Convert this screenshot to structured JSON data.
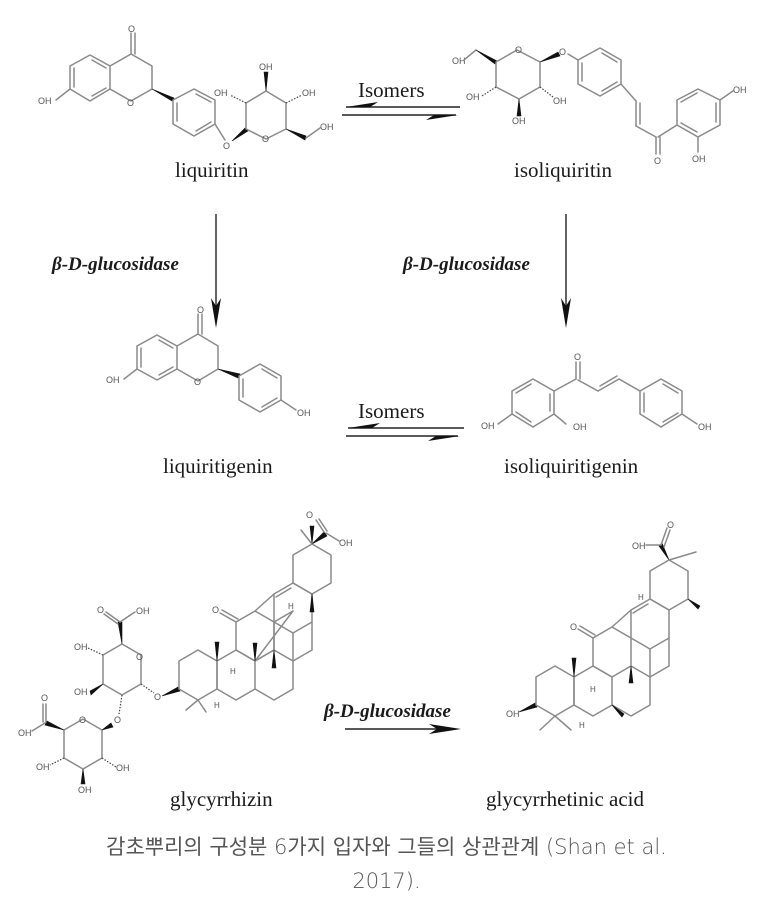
{
  "figure": {
    "compounds": {
      "liquiritin": "liquiritin",
      "isoliquiritin": "isoliquiritin",
      "liquiritigenin": "liquiritigenin",
      "isoliquiritigenin": "isoliquiritigenin",
      "glycyrrhizin": "glycyrrhizin",
      "glycyrrhetinic_acid": "glycyrrhetinic acid"
    },
    "reactions": {
      "isomers_top": "Isomers",
      "isomers_middle": "Isomers",
      "enzyme_left": "β-D-glucosidase",
      "enzyme_right": "β-D-glucosidase",
      "enzyme_bottom": "β-D-glucosidase"
    },
    "atoms": {
      "oh": "OH",
      "o": "O",
      "h": "H"
    }
  },
  "caption": {
    "line1": "감초뿌리의 구성분 6가지 입자와 그들의 상관관계 (Shan et al.",
    "line2": "2017)."
  }
}
